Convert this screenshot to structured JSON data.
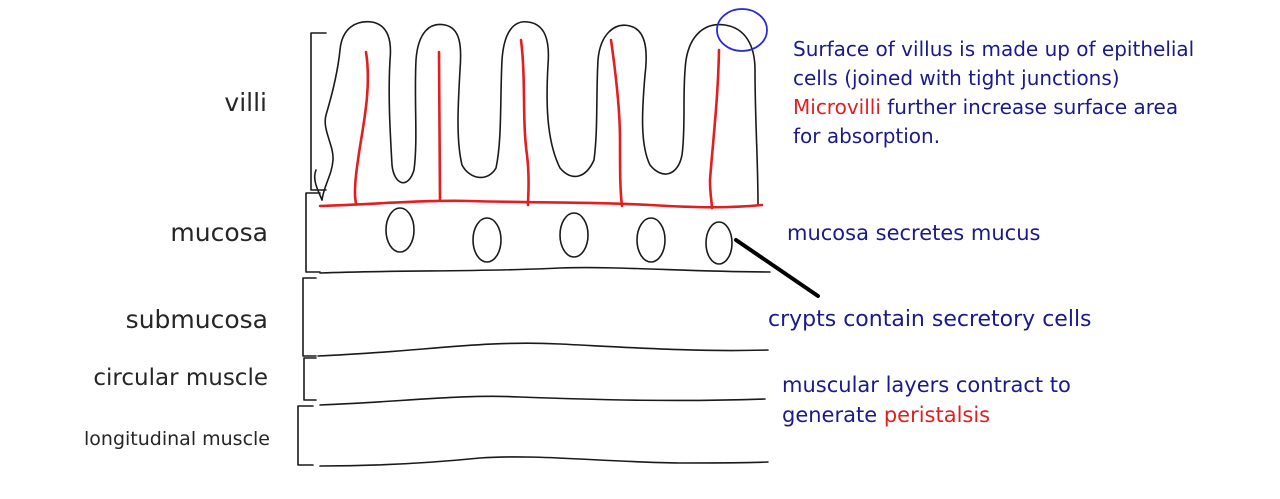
{
  "colors": {
    "outline": "#1a1a1a",
    "vessel": "#e41e1e",
    "note_text": "#1a1a8c",
    "label_text": "#262626",
    "highlight_ring": "#2a2ad6"
  },
  "layers": [
    {
      "id": "villi",
      "label": "villi"
    },
    {
      "id": "mucosa",
      "label": "mucosa"
    },
    {
      "id": "submucosa",
      "label": "submucosa"
    },
    {
      "id": "circular",
      "label": "circular muscle"
    },
    {
      "id": "longitudinal",
      "label": "longitudinal muscle"
    }
  ],
  "notes": {
    "villus": {
      "line1": "Surface of villus is made up of epithelial",
      "line2": "cells (joined with tight junctions)",
      "microvilli_word": "Microvilli",
      "line3_rest": " further increase surface area",
      "line4": "for absorption."
    },
    "mucosa": "mucosa secretes mucus",
    "crypts": "crypts contain secretory cells",
    "muscle": {
      "line1": "muscular layers contract to",
      "line2_prefix": "generate ",
      "peristalsis_word": "peristalsis"
    }
  }
}
